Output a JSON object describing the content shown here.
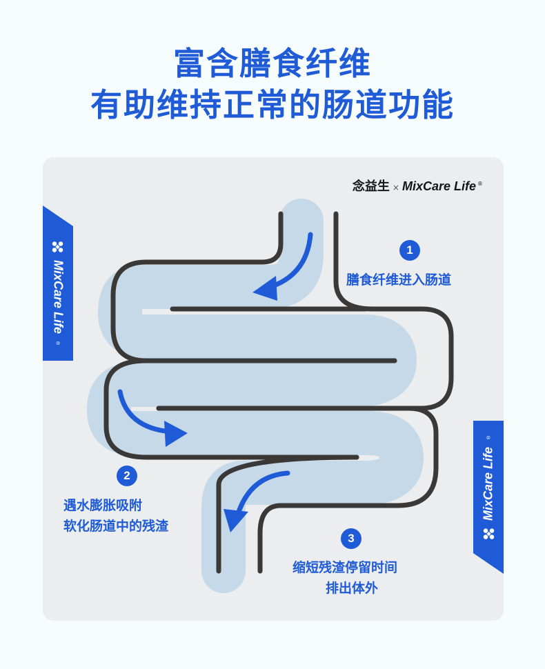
{
  "headline": {
    "line1": "富含膳食纤维",
    "line2": "有助维持正常的肠道功能"
  },
  "brand": {
    "cn": "念益生",
    "times": "×",
    "en": "MixCare Life",
    "reg": "®"
  },
  "side_tabs": {
    "left": "MixCare Life",
    "right": "MixCare Life",
    "reg": "®"
  },
  "steps": [
    {
      "num": "1",
      "lines": [
        "膳食纤维进入肠道"
      ]
    },
    {
      "num": "2",
      "lines": [
        "遇水膨胀吸附",
        "软化肠道中的残渣"
      ]
    },
    {
      "num": "3",
      "lines": [
        "缩短残渣停留时间",
        "排出体外"
      ]
    }
  ],
  "colors": {
    "accent": "#1f5bd6",
    "panel": "#ebedee",
    "intestine_fill": "#c5d9e9",
    "outline": "#3b3838"
  }
}
